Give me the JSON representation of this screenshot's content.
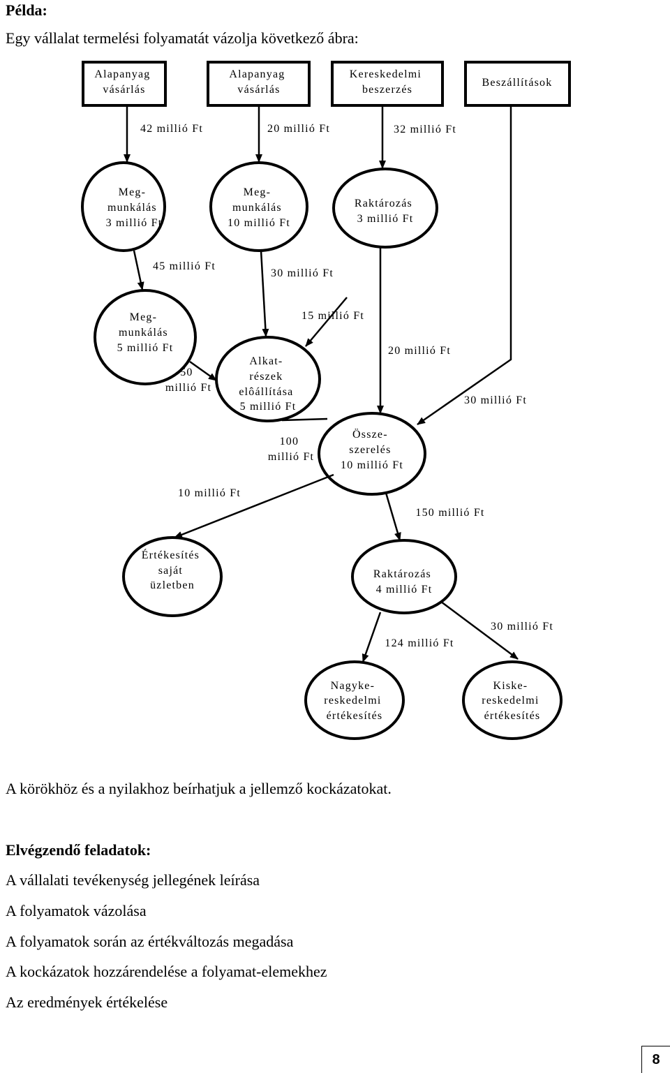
{
  "heading": "Példa:",
  "intro": "Egy vállalat termelési folyamatát vázolja következő ábra:",
  "diagram": {
    "boxes": [
      [
        "Alapanyag",
        "vásárlás"
      ],
      [
        "Alapanyag",
        "vásárlás"
      ],
      [
        "Kereskedelmi",
        "beszerzés"
      ],
      [
        "Beszállítások"
      ]
    ],
    "nodes": {
      "megmunkalas_a": [
        "Meg-",
        "munkálás",
        "3 millió Ft"
      ],
      "megmunkalas_b": [
        "Meg-",
        "munkálás",
        "10 millió Ft"
      ],
      "raktarozas_1": [
        "Raktározás",
        "3 millió Ft"
      ],
      "megmunkalas_c": [
        "Meg-",
        "munkálás",
        "5 millió Ft"
      ],
      "alkatreszek": [
        "Alkat-",
        "részek",
        "elôállítása",
        "5 millió Ft"
      ],
      "osszeszereles": [
        "Össze-",
        "szerelés",
        "10 millió Ft"
      ],
      "ertekesites": [
        "Értékesítés",
        "saját",
        "üzletben"
      ],
      "raktarozas_2": [
        "Raktározás",
        "4 millió Ft"
      ],
      "nagyker": [
        "Nagyke-",
        "reskedelmi",
        "értékesítés"
      ],
      "kisker": [
        "Kiske-",
        "reskedelmi",
        "értékesítés"
      ]
    },
    "flows": {
      "f42": [
        "42 millió Ft"
      ],
      "f20a": [
        "20 millió Ft"
      ],
      "f32": [
        "32 millió Ft"
      ],
      "f45": [
        "45 millió Ft"
      ],
      "f30a": [
        "30 millió Ft"
      ],
      "f15": [
        "15 millió Ft"
      ],
      "f20b": [
        "20 millió Ft"
      ],
      "f50": [
        "50",
        "millió Ft"
      ],
      "f30b": [
        "30 millió Ft"
      ],
      "f100": [
        "100",
        "millió Ft"
      ],
      "f10": [
        "10 millió Ft"
      ],
      "f150": [
        "150 millió Ft"
      ],
      "f124": [
        "124 millió Ft"
      ],
      "f30c": [
        "30 millió Ft"
      ]
    }
  },
  "note": "A körökhöz és a nyilakhoz beírhatjuk a jellemző kockázatokat.",
  "tasks_heading": "Elvégzendő feladatok:",
  "tasks": [
    "A vállalati tevékenység jellegének leírása",
    "A folyamatok vázolása",
    "A folyamatok során az értékváltozás megadása",
    "A kockázatok hozzárendelése a folyamat-elemekhez",
    "Az eredmények értékelése"
  ],
  "page_number": "8"
}
